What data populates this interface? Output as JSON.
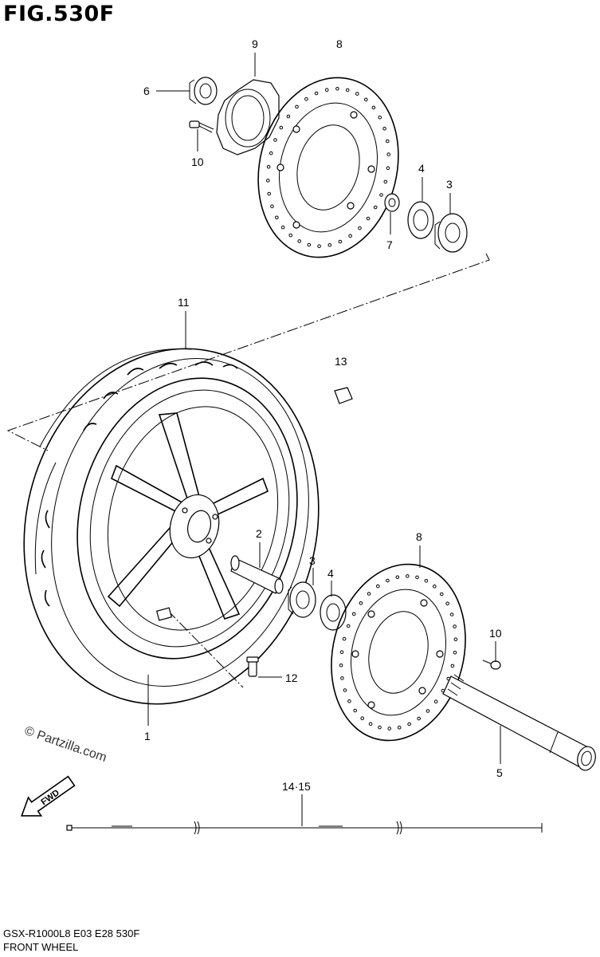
{
  "figure": {
    "title": "FIG.530F",
    "watermark": "© Partzilla.com",
    "model_line": "GSX-R1000L8  E03  E28  530F",
    "caption": "FRONT WHEEL",
    "fwd_label": "FWD"
  },
  "callouts": [
    {
      "id": "c9",
      "label": "9"
    },
    {
      "id": "c8a",
      "label": "8"
    },
    {
      "id": "c6",
      "label": "6"
    },
    {
      "id": "c10a",
      "label": "10"
    },
    {
      "id": "c4a",
      "label": "4"
    },
    {
      "id": "c3a",
      "label": "3"
    },
    {
      "id": "c7",
      "label": "7"
    },
    {
      "id": "c11",
      "label": "11"
    },
    {
      "id": "c13",
      "label": "13"
    },
    {
      "id": "c2",
      "label": "2"
    },
    {
      "id": "c3b",
      "label": "3"
    },
    {
      "id": "c4b",
      "label": "4"
    },
    {
      "id": "c8b",
      "label": "8"
    },
    {
      "id": "c10b",
      "label": "10"
    },
    {
      "id": "c12",
      "label": "12"
    },
    {
      "id": "c1",
      "label": "1"
    },
    {
      "id": "c5",
      "label": "5"
    },
    {
      "id": "c1415",
      "label": "14·15"
    }
  ]
}
